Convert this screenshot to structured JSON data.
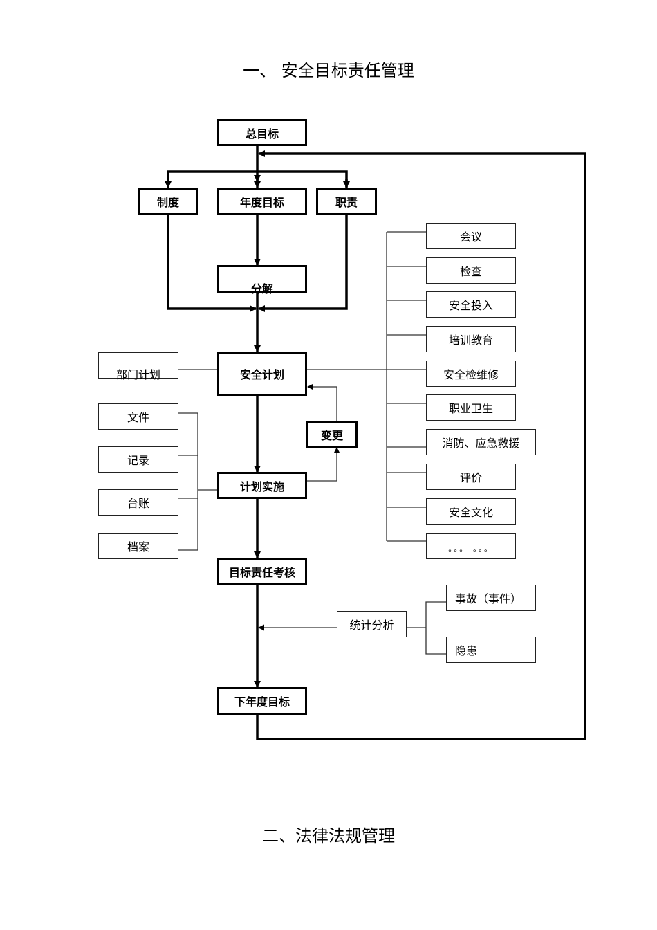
{
  "headings": {
    "section1": "一、   安全目标责任管理",
    "section2": "二、法律法规管理"
  },
  "flow": {
    "total_goal": "总目标",
    "system": "制度",
    "annual_goal": "年度目标",
    "duties": "职责",
    "decompose": "分解",
    "safety_plan": "安全计划",
    "dept_plan": "部门计划",
    "change": "变更",
    "plan_implementation": "计划实施",
    "goal_assessment": "目标责任考核",
    "statistics": "统计分析",
    "next_year_goal": "下年度目标"
  },
  "records": [
    "文件",
    "记录",
    "台账",
    "档案"
  ],
  "plan_items": [
    "会议",
    "检查",
    "安全投入",
    "培训教育",
    "安全检维修",
    "职业卫生",
    "消防、应急救援",
    "评价",
    "安全文化",
    "。。。 。。。"
  ],
  "analysis_items": [
    "事故（事件）",
    "隐患"
  ]
}
